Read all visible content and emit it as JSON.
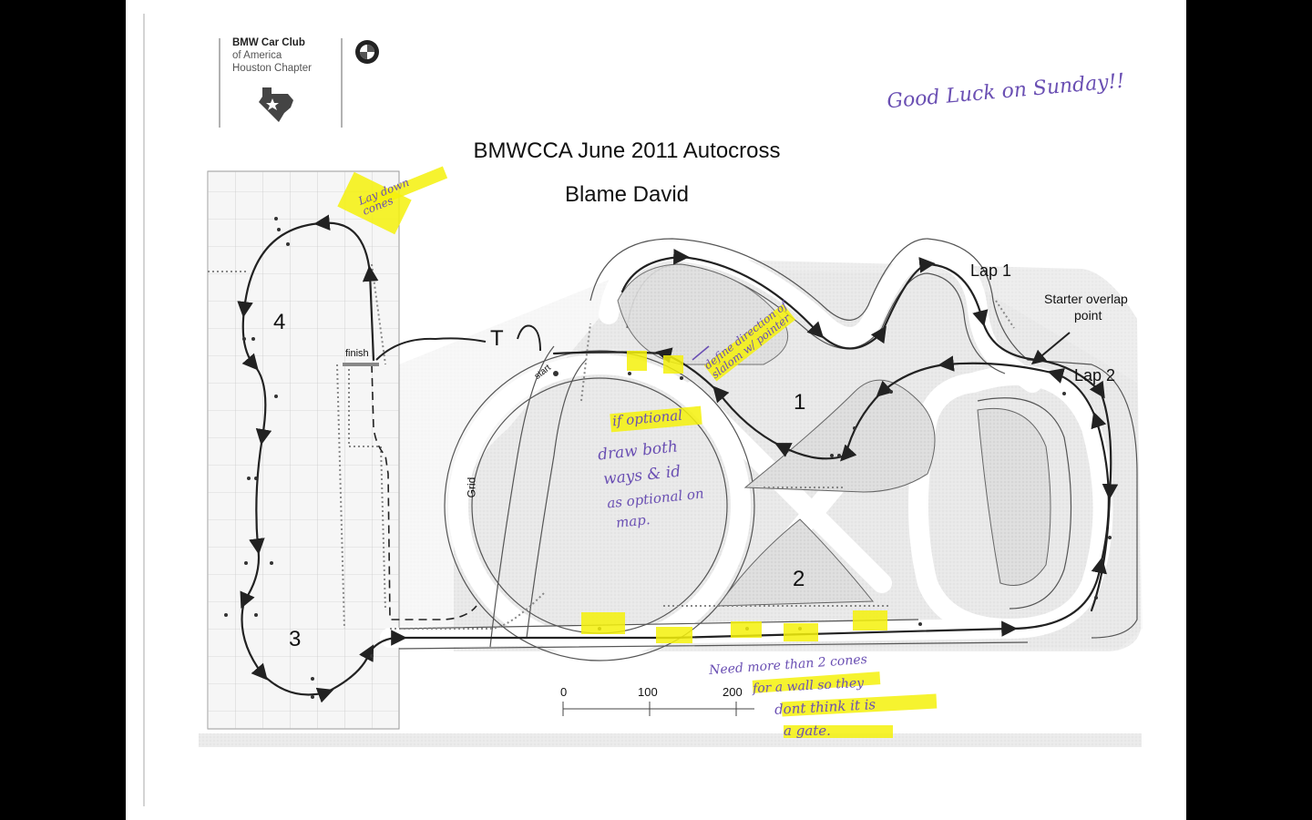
{
  "header": {
    "club_line1": "BMW Car Club",
    "club_line2": "of America",
    "club_line3": "Houston Chapter",
    "title": "BMWCCA June 2011 Autocross",
    "subtitle": "Blame David"
  },
  "handwritten": {
    "good_luck": "Good Luck on Sunday!!",
    "lay_down_cones": "Lay down cones",
    "define_direction": "define direction of slalom w/ pointer",
    "if_optional": "if optional",
    "draw_both_ways_1": "draw both",
    "draw_both_ways_2": "ways & id",
    "draw_both_ways_3": "as optional on",
    "draw_both_ways_4": "map.",
    "need_more_1": "Need more than 2 cones",
    "need_more_2": "for a wall so they",
    "need_more_3": "dont think it is",
    "need_more_4": "a gate."
  },
  "course_labels": {
    "section_1": "1",
    "section_2": "2",
    "section_3": "3",
    "section_4": "4",
    "finish": "finish",
    "start": "start",
    "grid": "Grid",
    "timing": "T",
    "lap1": "Lap 1",
    "lap2": "Lap 2",
    "starter_overlap_1": "Starter overlap",
    "starter_overlap_2": "point"
  },
  "scale": {
    "ticks": [
      "0",
      "100",
      "200"
    ]
  },
  "colors": {
    "highlight": "#f4f10a",
    "pen": "#6a4fb3",
    "lot": "#dcdcdc"
  }
}
